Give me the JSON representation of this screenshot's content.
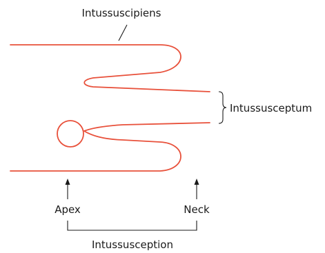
{
  "labels": {
    "intussuscipiens": "Intussuscipiens",
    "intussusceptum": "Intussusceptum",
    "apex": "Apex",
    "neck": "Neck",
    "intussusception": "Intussusception"
  },
  "colors": {
    "tube": "#e8503a",
    "ink": "#1a1a1a"
  }
}
